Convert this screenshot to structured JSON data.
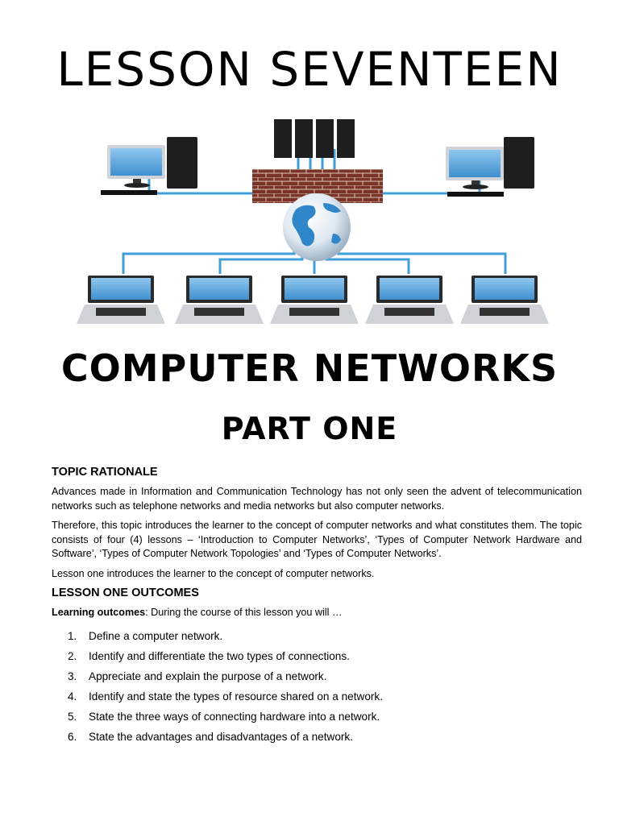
{
  "header": {
    "lesson_title": "LESSON SEVENTEEN"
  },
  "hero": {
    "main_title": "COMPUTER NETWORKS",
    "sub_title": "PART ONE"
  },
  "rationale": {
    "heading": "TOPIC RATIONALE",
    "paragraphs": [
      "Advances made in Information and Communication Technology has not only seen the advent of telecommunication networks such as telephone networks and media networks but also computer networks.",
      "Therefore, this topic introduces the learner to the concept of computer networks and what constitutes them. The topic consists of four (4) lessons – ‘Introduction to Computer Networks’, ‘Types of Computer Network Hardware and Software’, ‘Types of Computer Network Topologies’ and ‘Types of Computer Networks’.",
      "Lesson one introduces the learner to the concept of computer networks."
    ]
  },
  "outcomes": {
    "heading": "LESSON ONE OUTCOMES",
    "intro_label": "Learning outcomes",
    "intro_text": ": During the course of this lesson you will …",
    "items": [
      {
        "num": "1.",
        "text": "Define a computer network."
      },
      {
        "num": "2.",
        "text": "Identify and differentiate the two types of connections."
      },
      {
        "num": "3.",
        "text": "Appreciate and explain the purpose of a network."
      },
      {
        "num": "4.",
        "text": "Identify and state the types of resource shared on a network."
      },
      {
        "num": "5.",
        "text": "State the three ways of connecting hardware into a network."
      },
      {
        "num": "6.",
        "text": "State the advantages and disadvantages of a network."
      }
    ]
  },
  "colors": {
    "cable": "#3f9fd6",
    "brick": "#8b3a2a",
    "screen": "#5aa8e0",
    "device_dark": "#1e1e1e"
  }
}
